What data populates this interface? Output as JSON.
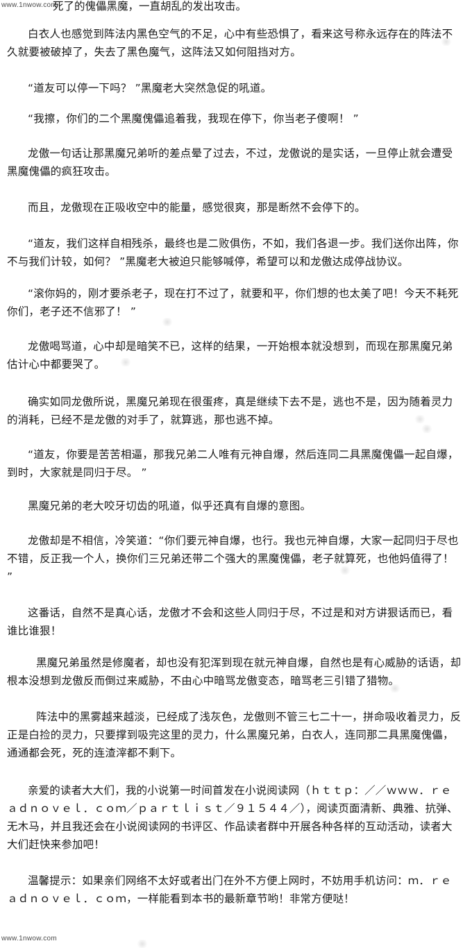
{
  "watermark": {
    "top": "www.1nwow.com",
    "bottom": "www.1nwow.com"
  },
  "top_fragment": "死了的傀儡黑魔，一直胡乱的发出攻击。",
  "paragraphs": [
    "白衣人也感觉到阵法内黑色空气的不足，心中有些恐惧了，看来这号称永远存在的阵法不久就要被破掉了，失去了黑色魔气，这阵法又如何阻挡对方。",
    "“道友可以停一下吗？ ”黑魔老大突然急促的吼道。",
    "“我擦，你们的二个黑魔傀儡追着我，我现在停下，你当老子傻啊！ ”",
    "龙傲一句话让那黑魔兄弟听的差点晕了过去，不过，龙傲说的是实话，一旦停止就会遭受黑魔傀儡的疯狂攻击。",
    "而且，龙傲现在正吸收空中的能量，感觉很爽，那是断然不会停下的。",
    "“道友，我们这样自相残杀，最终也是二败俱伤，不如，我们各退一步。我们送你出阵，你不与我们计较，如何？ ”黑魔老大被迫只能够喊停，希望可以和龙傲达成停战协议。",
    "“滚你妈的，刚才要杀老子，现在打不过了，就要和平，你们想的也太美了吧！今天不耗死你们，老子还不信邪了！ ”",
    "龙傲喝骂道，心中却是暗笑不已，这样的结果，一开始根本就没想到，而现在那黑魔兄弟估计心中都要哭了。",
    "确实如同龙傲所说，黑魔兄弟现在很蛋疼，真是继续下去不是，逃也不是，因为随着灵力的消耗，已经不是龙傲的对手了，就算逃，那也逃不掉。",
    "“道友，你要是苦苦相逼，那我兄弟二人唯有元神自爆，然后连同二具黑魔傀儡一起自爆，到时，大家就是同归于尽。 ”",
    "黑魔兄弟的老大咬牙切齿的吼道，似乎还真有自爆的意图。",
    "龙傲却是不相信，冷笑道：“你们要元神自爆，也行。我也元神自爆，大家一起同归于尽也不错，反正我一个人，换你们三兄弟还带二个强大的黑魔傀儡，老子就算死，也他妈值得了！ ”",
    "这番话，自然不是真心话，龙傲才不会和这些人同归于尽，不过是和对方讲狠话而已，看谁比谁狠！",
    "黑魔兄弟虽然是修魔者，却也没有犯浑到现在就元神自爆，自然也是有心威胁的话语，却根本没想到龙傲反而倒过来威胁，不由心中暗骂龙傲变态，暗骂老三引错了猎物。",
    "阵法中的黑雾越来越淡，已经成了浅灰色，龙傲则不管三七二十一，拼命吸收着灵力，反正是白捡的灵力，只要撑到吸完这里的灵力，什么黑魔兄弟，白衣人，连同那二具黑魔傀儡，通通都会死，死的连渣滓都不剩下。",
    "亲爱的读者大大们，我的小说第一时间首发在小说阅读网（ｈｔｔｐ：／／ｗｗｗ．ｒｅａｄｎｏｖｅｌ．ｃｏｍ／ｐａｒｔｌｉｓｔ／９１５４４／），阅读页面清新、典雅、抗弹、无木马，并且我还会在小说阅读网的书评区、作品读者群中开展各种各样的互动活动，读者大大们赶快来参加吧！",
    "温馨提示：如果亲们网络不太好或者出门在外不方便上网时，不妨用手机访问：ｍ．ｒｅａｄｎｏｖｅｌ．ｃｏｍ，一样能看到本书的最新章节哟！非常方便哒！"
  ]
}
